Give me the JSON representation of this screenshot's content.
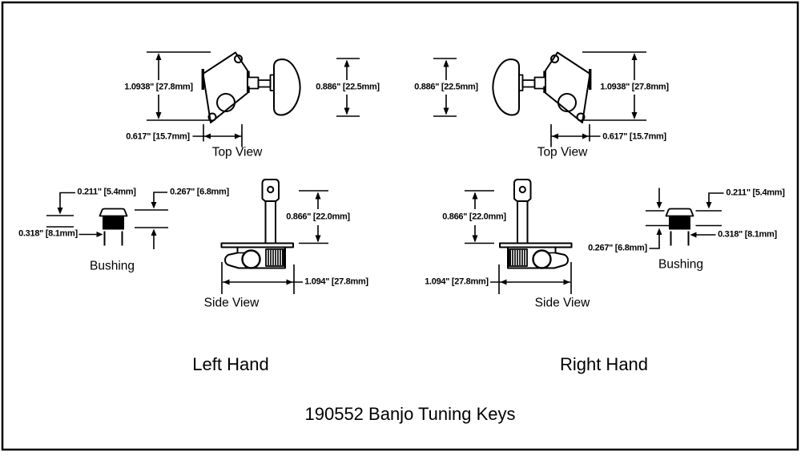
{
  "page": {
    "title": "190552 Banjo Tuning Keys"
  },
  "colors": {
    "ink": "#000000",
    "paper": "#ffffff"
  },
  "left_hand": {
    "label": "Left Hand",
    "top_view": {
      "label": "Top View",
      "plate_height": "1.0938\" [27.8mm]",
      "button_height": "0.886\" [22.5mm]",
      "plate_width": "0.617\" [15.7mm]"
    },
    "side_view": {
      "label": "Side View",
      "post_height": "0.866\" [22.0mm]",
      "overall_length": "1.094\" [27.8mm]"
    },
    "bushing": {
      "label": "Bushing",
      "head_height": "0.211\" [5.4mm]",
      "overall_height": "0.267\" [6.8mm]",
      "outer_diameter": "0.318\" [8.1mm]"
    }
  },
  "right_hand": {
    "label": "Right Hand",
    "top_view": {
      "label": "Top View",
      "plate_height": "1.0938\" [27.8mm]",
      "button_height": "0.886\" [22.5mm]",
      "plate_width": "0.617\" [15.7mm]"
    },
    "side_view": {
      "label": "Side View",
      "post_height": "0.866\" [22.0mm]",
      "overall_length": "1.094\" [27.8mm]"
    },
    "bushing": {
      "label": "Bushing",
      "head_height": "0.211\" [5.4mm]",
      "overall_height": "0.267\" [6.8mm]",
      "outer_diameter": "0.318\" [8.1mm]"
    }
  }
}
